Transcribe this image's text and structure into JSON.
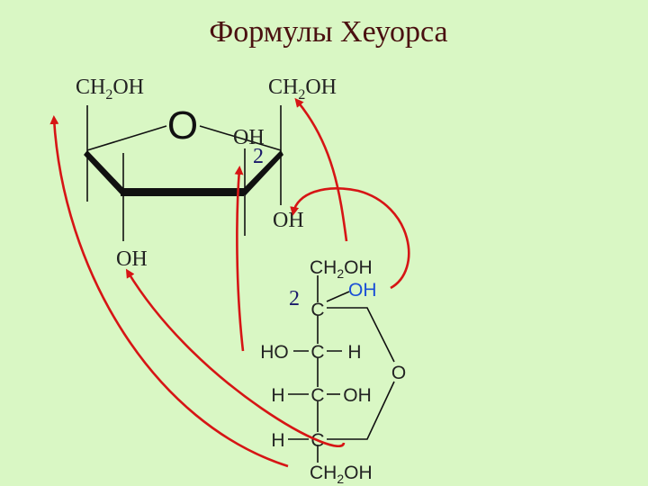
{
  "title": "Формулы Хеуорса",
  "haworth": {
    "left_ch2oh": {
      "main": "CH",
      "sub": "2",
      "tail": "OH"
    },
    "right_ch2oh": {
      "main": "CH",
      "sub": "2",
      "tail": "OH"
    },
    "ring_oxygen": "O",
    "oh_top_right": "OH",
    "oh_bottom_right": "OH",
    "oh_bottom_left": "OH",
    "carbon_number": "2"
  },
  "fischer": {
    "top": {
      "main": "CH",
      "sub": "2",
      "tail": "OH"
    },
    "c2_oh": "OH",
    "c2_label": "C",
    "c3_left": "HO",
    "c3_c": "C",
    "c3_right": "H",
    "c4_left": "H",
    "c4_c": "C",
    "c4_right": "OH",
    "c5_left": "H",
    "c5_c": "C",
    "bottom": {
      "main": "CH",
      "sub": "2",
      "tail": "OH"
    },
    "ring_oxygen": "O",
    "carbon_number": "2"
  },
  "colors": {
    "background": "#d9f7c4",
    "arrow": "#d61515",
    "highlight": "#1a4fd6"
  }
}
